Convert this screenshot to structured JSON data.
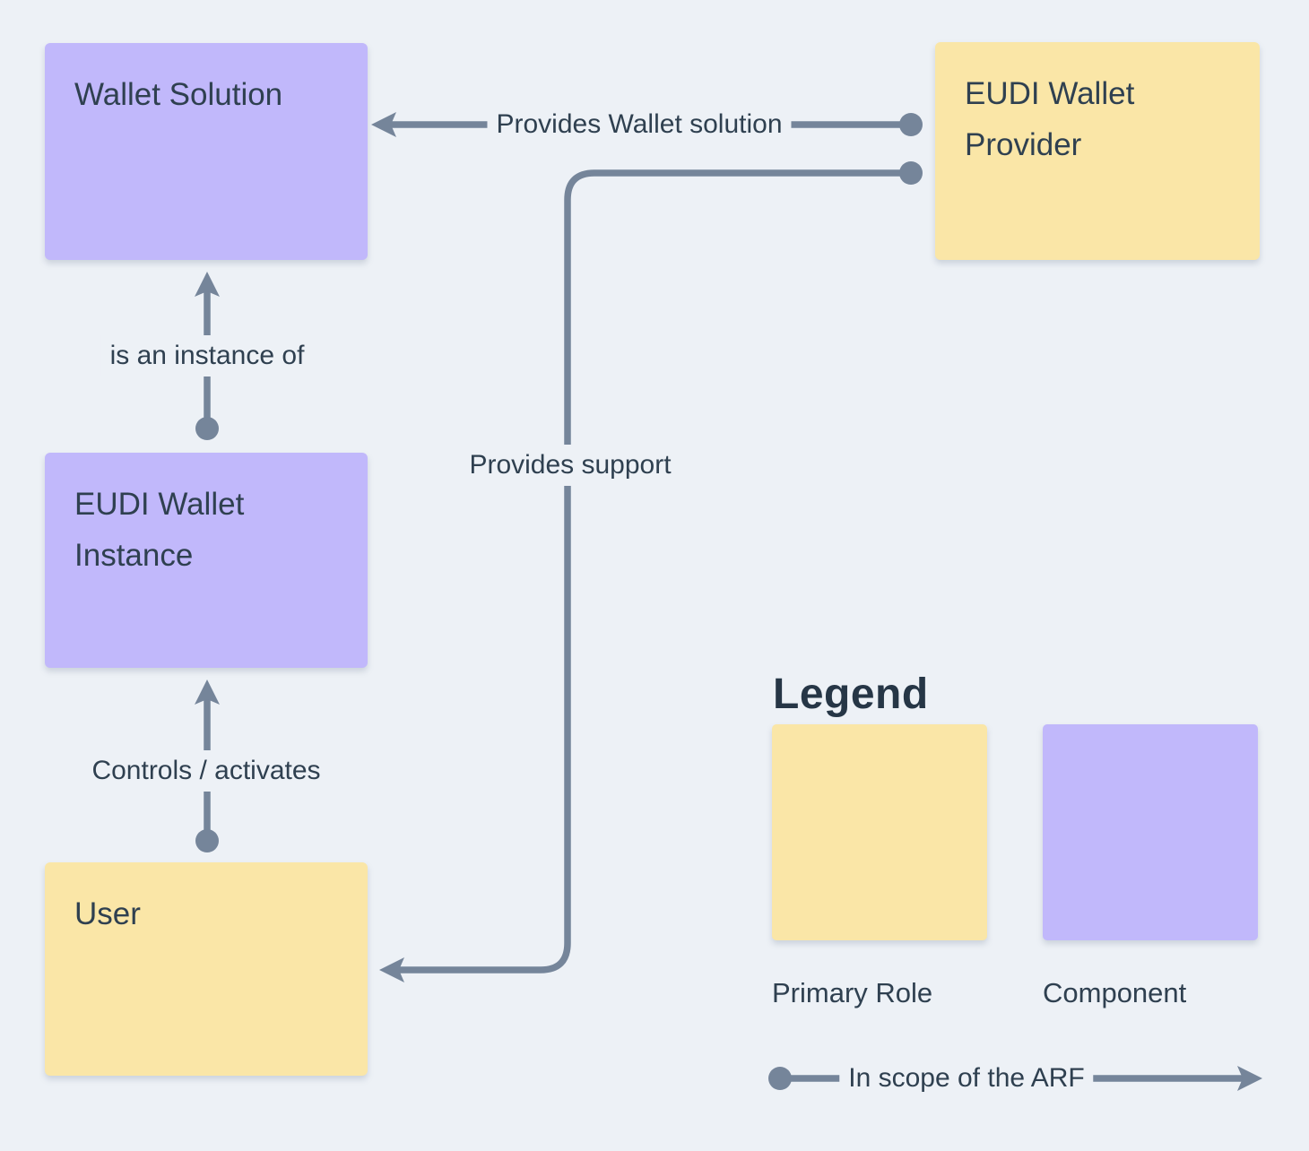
{
  "colors": {
    "background": "#EDF1F6",
    "primary_role": "#FAE6A7",
    "component": "#C1B8FB",
    "connector": "#75859A",
    "text": "#2F4050",
    "heading": "#263646"
  },
  "nodes": {
    "wallet_solution": {
      "label": "Wallet Solution",
      "color_role": "Component"
    },
    "eudi_wallet_provider": {
      "label": "EUDI Wallet Provider",
      "color_role": "Primary Role"
    },
    "eudi_wallet_instance": {
      "label": "EUDI Wallet Instance",
      "color_role": "Component"
    },
    "user": {
      "label": "User",
      "color_role": "Primary Role"
    }
  },
  "connectors": {
    "provides_wallet_solution": {
      "label": "Provides Wallet solution",
      "from": "EUDI Wallet Provider",
      "to": "Wallet Solution"
    },
    "provides_support": {
      "label": "Provides support",
      "from": "EUDI Wallet Provider",
      "to": "User"
    },
    "is_an_instance_of": {
      "label": "is an instance of",
      "from": "EUDI Wallet Instance",
      "to": "Wallet Solution"
    },
    "controls_activates": {
      "label": "Controls / activates",
      "from": "User",
      "to": "EUDI Wallet Instance"
    }
  },
  "legend": {
    "title": "Legend",
    "items": [
      {
        "label": "Primary Role",
        "color": "#FAE6A7"
      },
      {
        "label": "Component",
        "color": "#C1B8FB"
      }
    ],
    "scope_label": "In scope of the ARF"
  }
}
